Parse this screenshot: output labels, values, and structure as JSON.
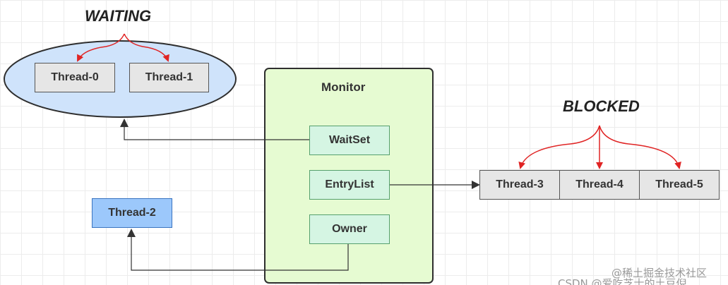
{
  "labels": {
    "waiting": "WAITING",
    "blocked": "BLOCKED"
  },
  "monitor": {
    "title": "Monitor",
    "wait_set": "WaitSet",
    "entry_list": "EntryList",
    "owner": "Owner"
  },
  "threads": {
    "t0": "Thread-0",
    "t1": "Thread-1",
    "t2": "Thread-2",
    "t3": "Thread-3",
    "t4": "Thread-4",
    "t5": "Thread-5"
  },
  "watermark": {
    "line1": "@稀土掘金技术社区",
    "line2": "CSDN @爱吃芝士的土豆倪"
  },
  "colors": {
    "red_arrow": "#e02424",
    "dark_line": "#333333",
    "monitor_fill": "#e6fbd2",
    "ellipse_fill": "#cfe3fb"
  }
}
